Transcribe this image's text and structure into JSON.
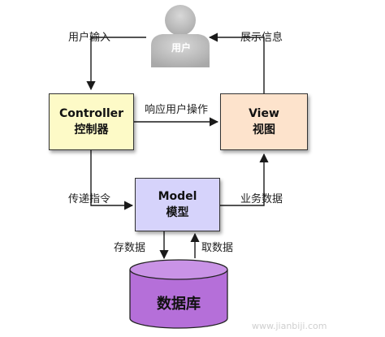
{
  "nodes": {
    "user": {
      "label": "用户"
    },
    "controller": {
      "line1": "Controller",
      "line2": "控制器",
      "fill": "#fdfac7"
    },
    "view": {
      "line1": "View",
      "line2": "视图",
      "fill": "#fde3cc"
    },
    "model": {
      "line1": "Model",
      "line2": "模型",
      "fill": "#d6d3fb"
    },
    "database": {
      "label": "数据库",
      "fill": "#b56fd9"
    }
  },
  "edges": {
    "user_input": "用户输入",
    "show_info": "展示信息",
    "respond_action": "响应用户操作",
    "pass_command": "传递指令",
    "business_data": "业务数据",
    "store_data": "存数据",
    "fetch_data": "取数据"
  },
  "watermark": "www.jianbiji.com"
}
